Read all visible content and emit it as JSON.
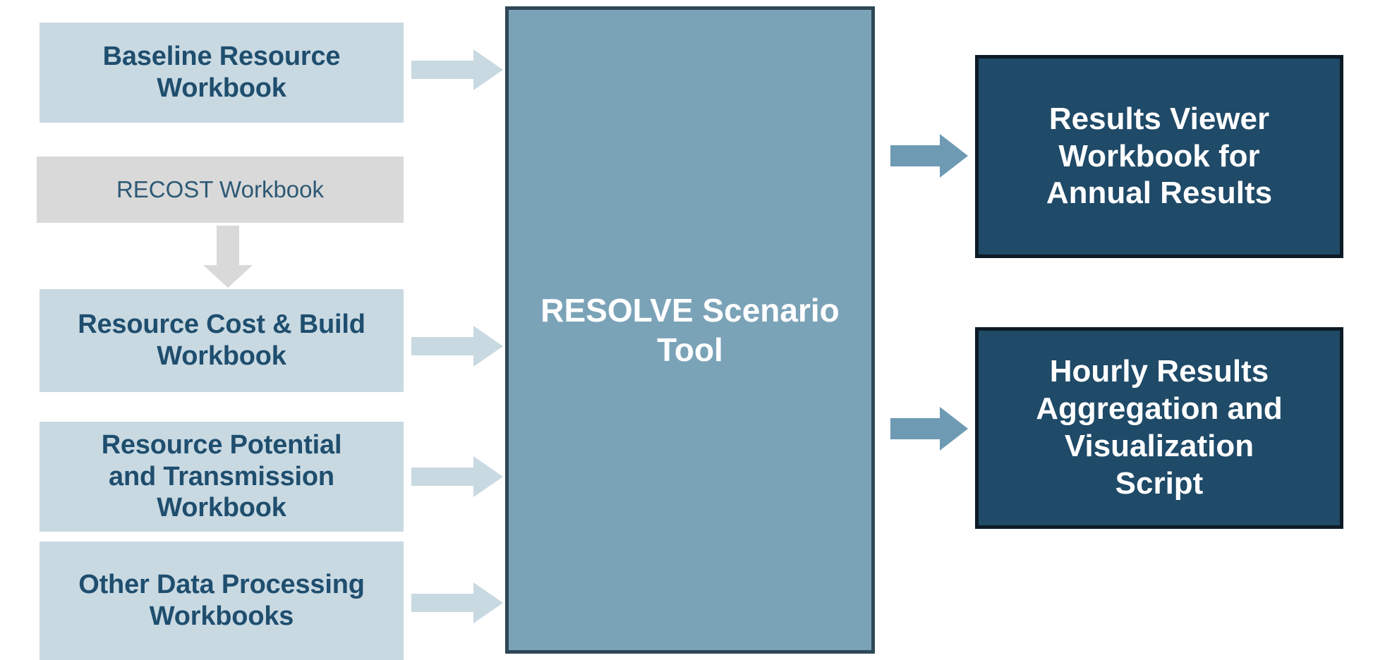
{
  "diagram": {
    "title": "RESOLVE Scenario Tool data flow",
    "colors": {
      "input_fill": "#c9d9e2",
      "neutral_fill": "#d9d9d9",
      "process_fill": "#7ba3b8",
      "process_border": "#2e4756",
      "output_fill": "#1f4a68",
      "output_border": "#0d1b26",
      "input_text": "#1f4e6e",
      "neutral_text": "#2d5975",
      "output_text": "#ffffff",
      "arrow_input": "#c9d9e2",
      "arrow_output": "#6e9ab3",
      "arrow_gray": "#d9d9d9"
    },
    "inputs": [
      {
        "id": "baseline-resource-workbook",
        "label": "Baseline Resource\nWorkbook"
      },
      {
        "id": "recost-workbook",
        "label": "RECOST Workbook"
      },
      {
        "id": "resource-cost-and-build-workbook",
        "label": "Resource Cost & Build\nWorkbook"
      },
      {
        "id": "resource-potential-and-transmission-workbook",
        "label": "Resource Potential\nand Transmission\nWorkbook"
      },
      {
        "id": "other-data-processing-workbooks",
        "label": "Other Data Processing\nWorkbooks"
      }
    ],
    "process": {
      "id": "resolve-scenario-tool",
      "label": "RESOLVE Scenario\nTool"
    },
    "outputs": [
      {
        "id": "results-viewer-workbook-for-annual-results",
        "label": "Results Viewer\nWorkbook for\nAnnual Results"
      },
      {
        "id": "hourly-results-aggregation-and-visualization-script",
        "label": "Hourly Results\nAggregation and\nVisualization\nScript"
      }
    ],
    "arrows": [
      {
        "id": "arrow-baseline-to-tool",
        "direction": "right",
        "style": "input"
      },
      {
        "id": "arrow-recost-to-resource-cost",
        "direction": "down",
        "style": "gray"
      },
      {
        "id": "arrow-resource-cost-to-tool",
        "direction": "right",
        "style": "input"
      },
      {
        "id": "arrow-resource-potential-to-tool",
        "direction": "right",
        "style": "input"
      },
      {
        "id": "arrow-other-data-to-tool",
        "direction": "right",
        "style": "input"
      },
      {
        "id": "arrow-tool-to-results-viewer",
        "direction": "right",
        "style": "output"
      },
      {
        "id": "arrow-tool-to-hourly-results",
        "direction": "right",
        "style": "output"
      }
    ]
  }
}
